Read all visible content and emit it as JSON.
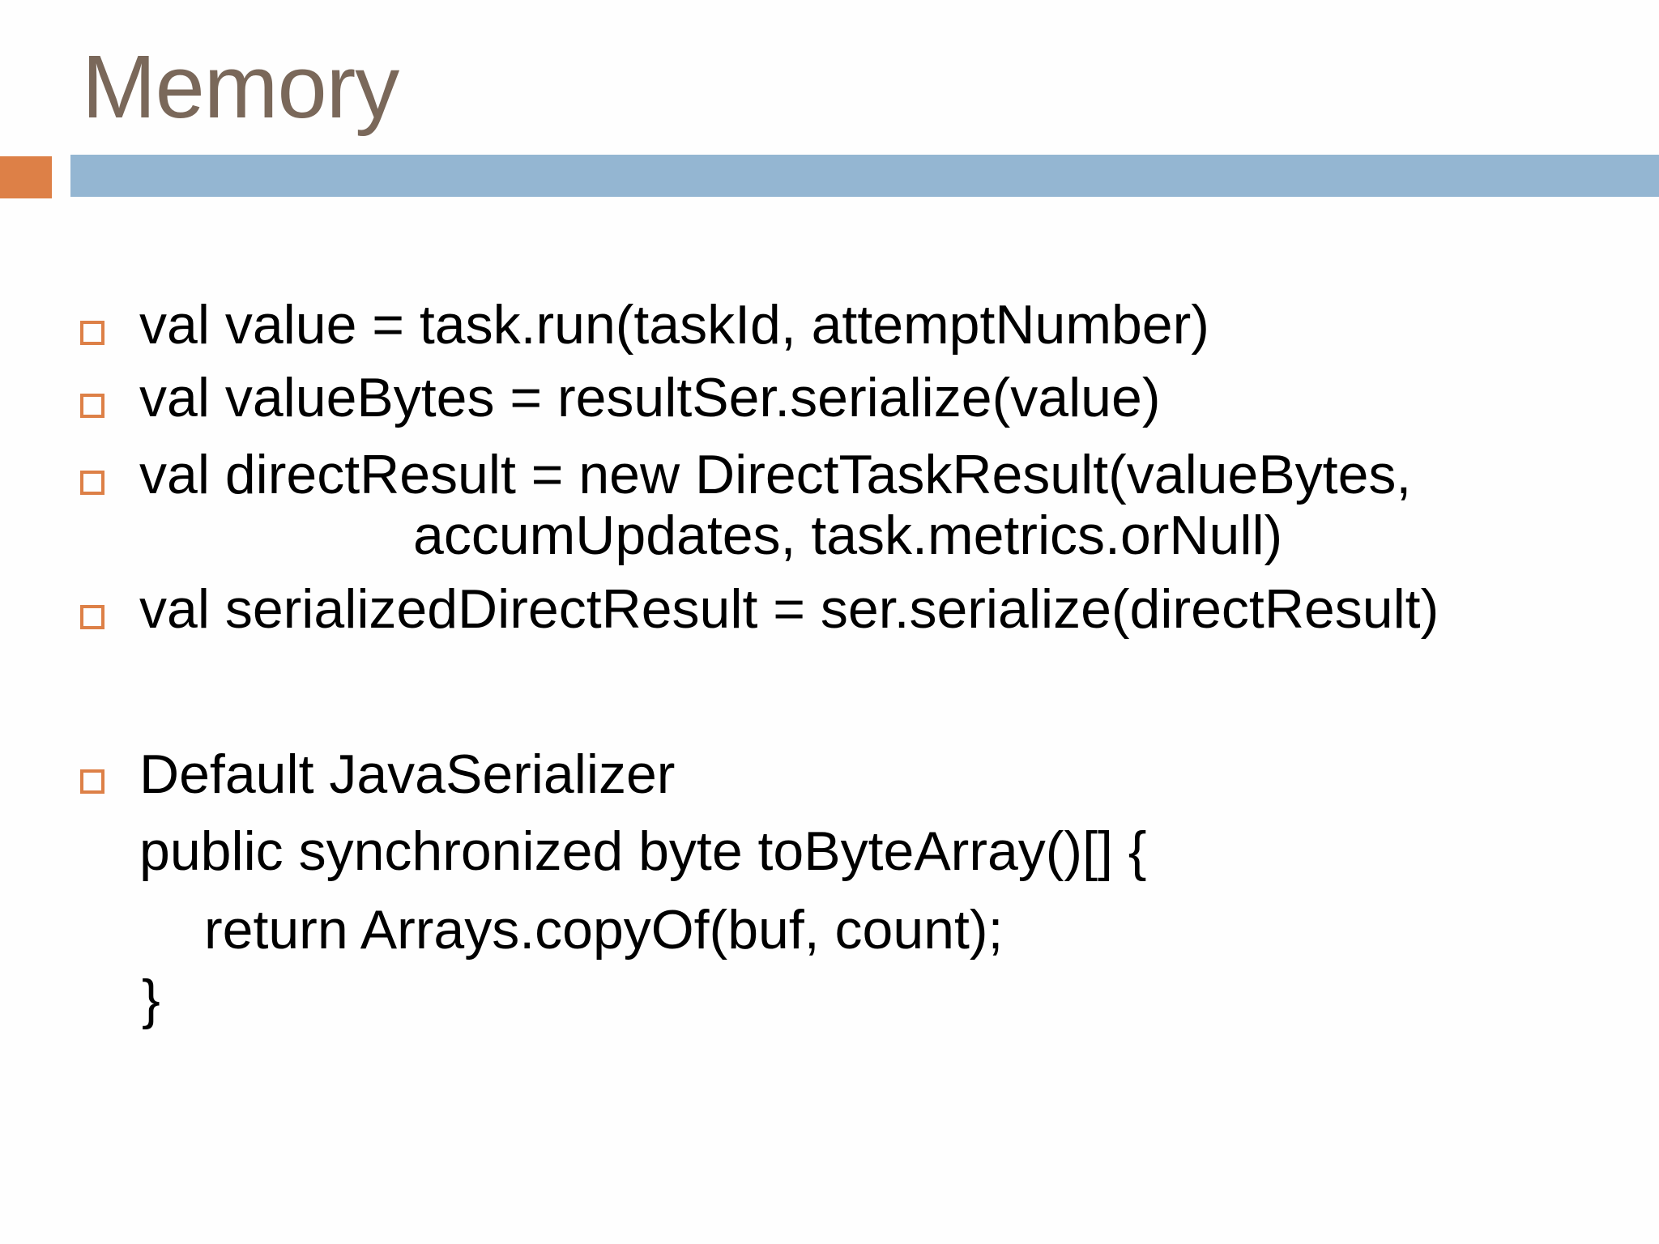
{
  "decor": {
    "accent_blue": "#94B6D2",
    "accent_orange": "#DD8047",
    "title_color": "#7A685A",
    "text_color": "#000000"
  },
  "header": {
    "title": "Memory"
  },
  "bullets": {
    "b1": "val value = task.run(taskId, attemptNumber)",
    "b2": "val valueBytes = resultSer.serialize(value)",
    "b3": "val directResult = new DirectTaskResult(valueBytes,",
    "b3_wrap": "accumUpdates, task.metrics.orNull)",
    "b4": "val serializedDirectResult = ser.serialize(directResult)",
    "b5": "Default JavaSerializer"
  },
  "code": {
    "l1": "public synchronized byte toByteArray()[] {",
    "l2": "return Arrays.copyOf(buf, count);",
    "l3": "}"
  }
}
